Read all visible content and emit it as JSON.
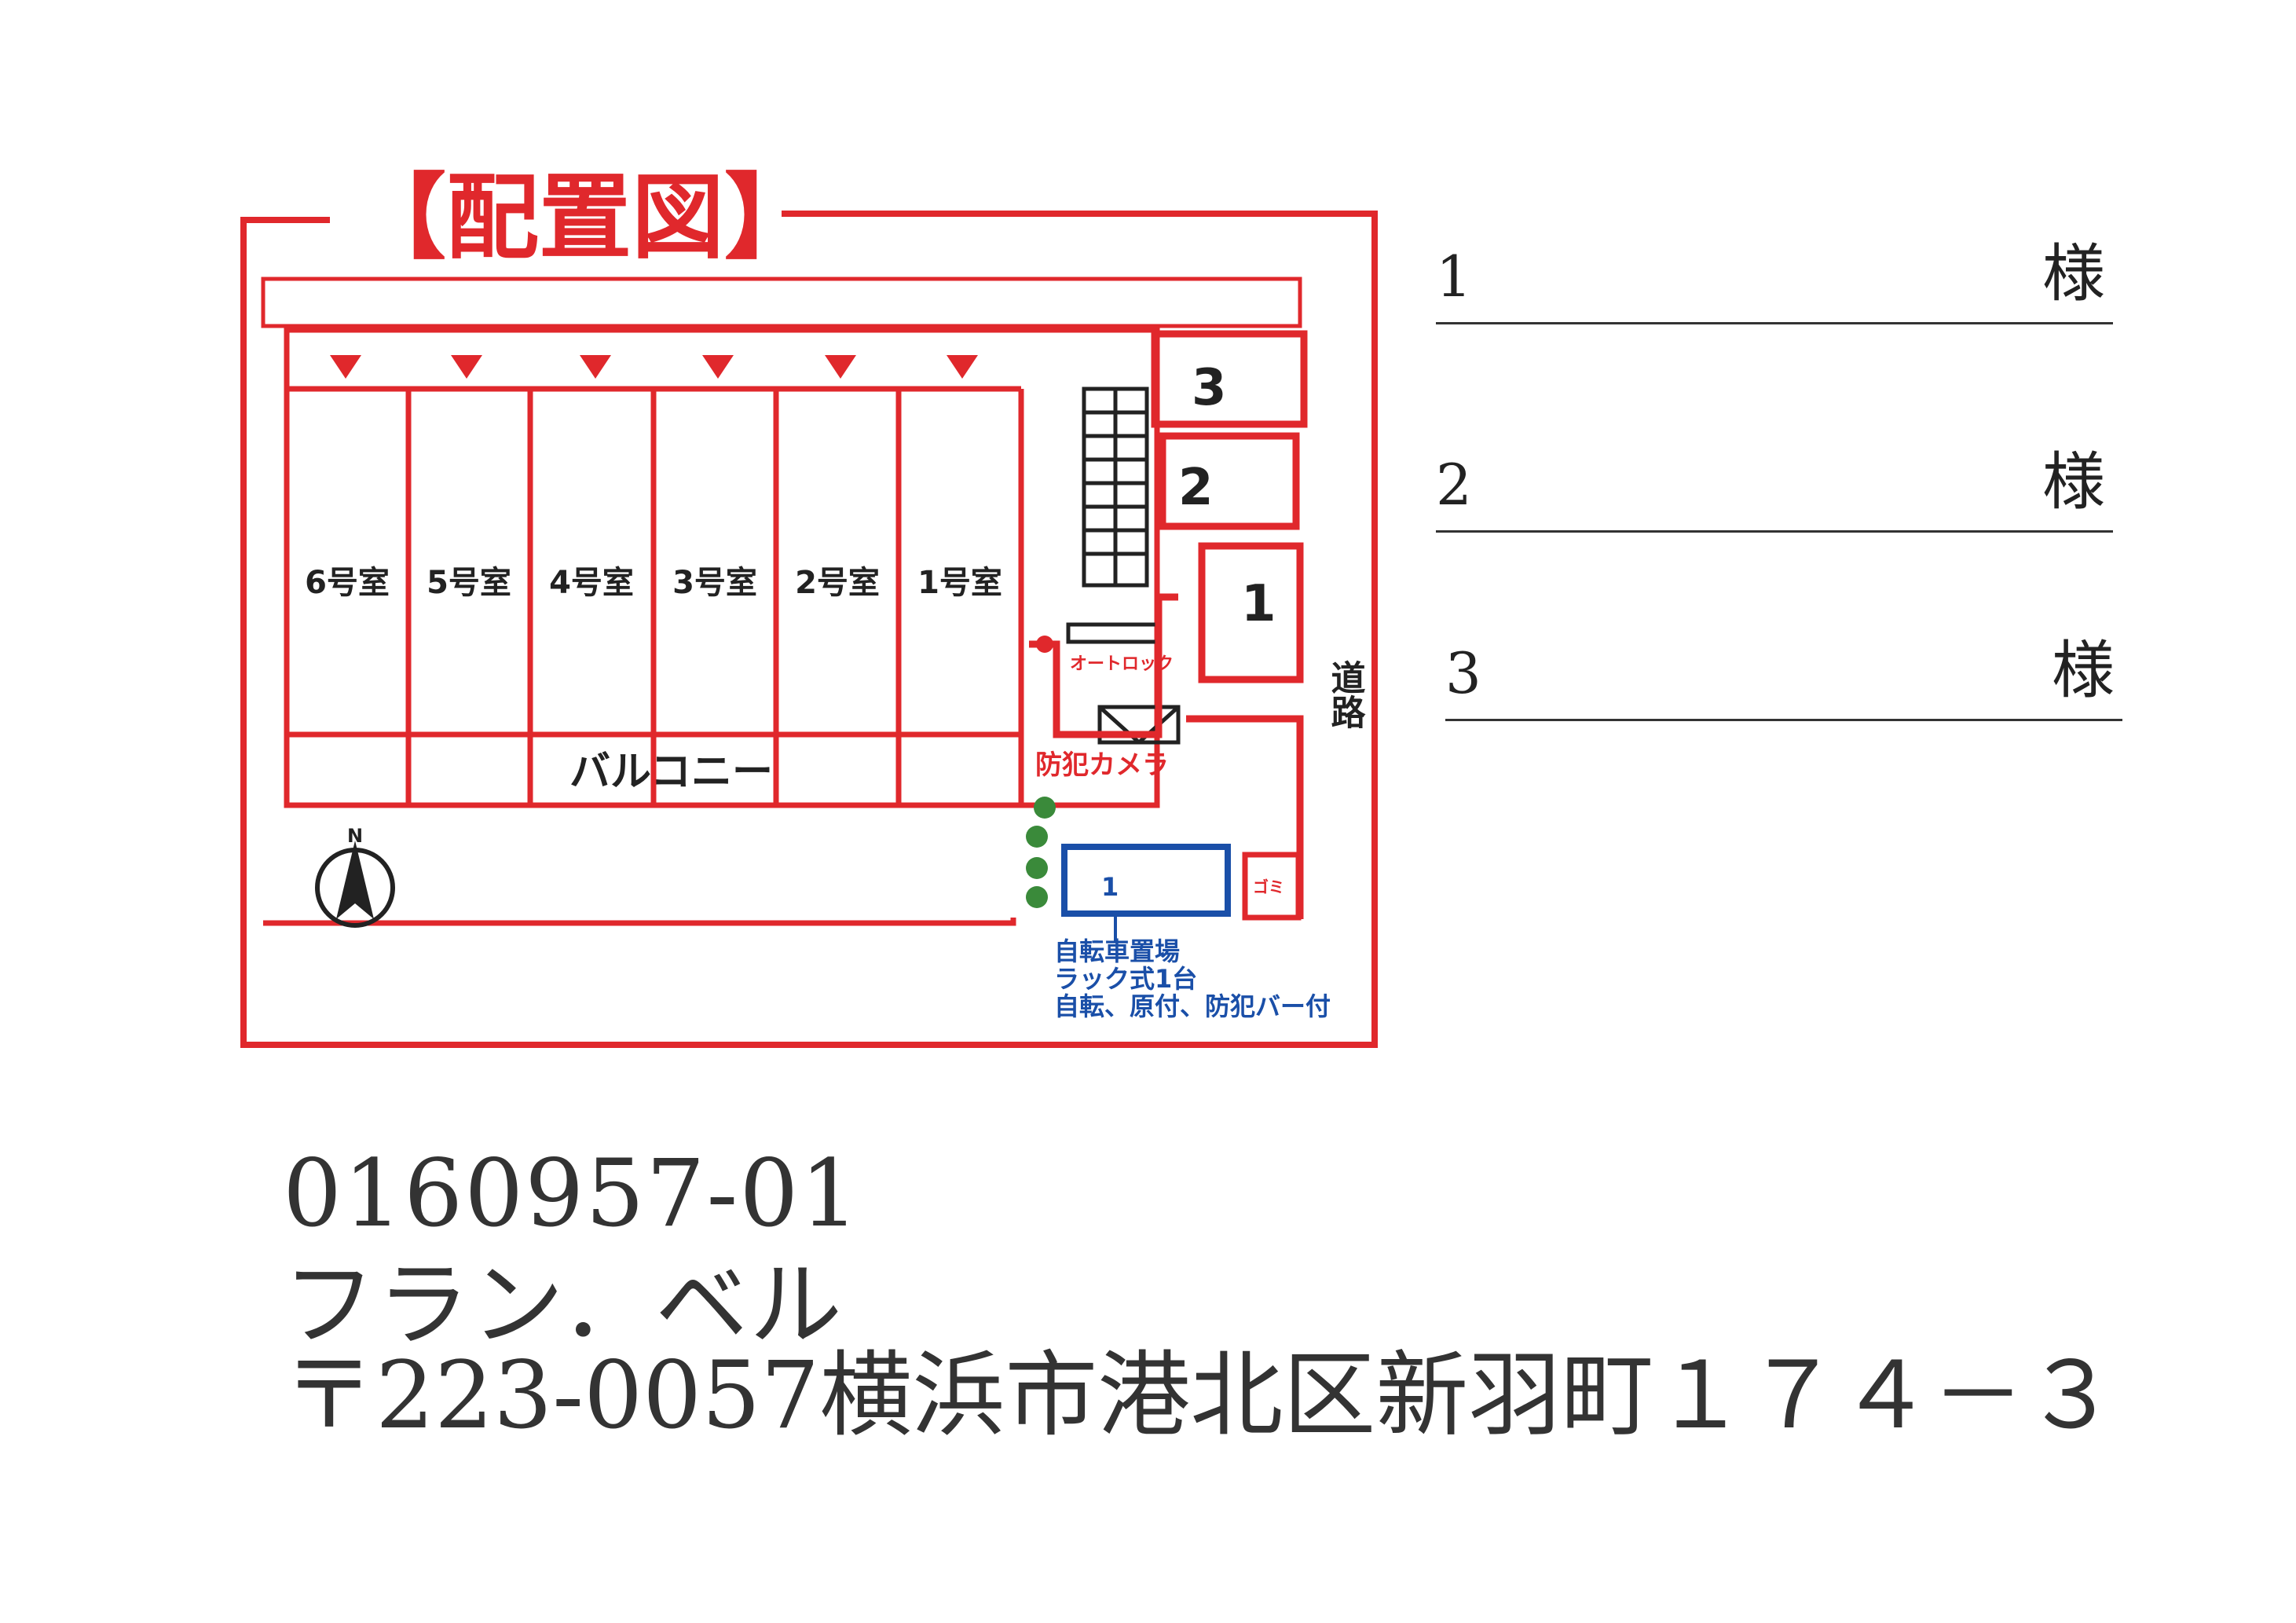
{
  "title": "【配置図】",
  "units": [
    "6号室",
    "5号室",
    "4号室",
    "3号室",
    "2号室",
    "1号室"
  ],
  "balcony": "バルコニー",
  "parking": [
    "3",
    "2",
    "1"
  ],
  "auto_lock": "オートロック",
  "camera": "防犯カメラ",
  "road": "道路",
  "gomi": "ゴミ",
  "compass": "N",
  "bicycle": {
    "area_num": "1",
    "lines": [
      "自転車置場",
      "ラック式1台",
      "自転、原付、防犯バー付"
    ]
  },
  "recipients": [
    {
      "num": "1",
      "suffix": "様"
    },
    {
      "num": "2",
      "suffix": "様"
    },
    {
      "num": "3",
      "suffix": "様"
    }
  ],
  "property": {
    "code": "0160957-01",
    "name": "フラン．ベル",
    "address": "〒223-0057横浜市港北区新羽町１７４－３"
  },
  "colors": {
    "plan_red": "#e0282c",
    "bike_blue": "#1a4fa8",
    "tree_green": "#3a8a3a"
  }
}
